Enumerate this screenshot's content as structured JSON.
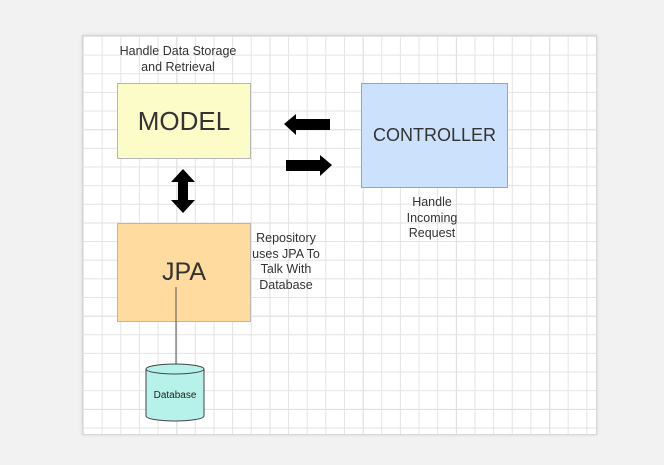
{
  "diagram": {
    "model": {
      "label": "MODEL"
    },
    "jpa": {
      "label": "JPA"
    },
    "controller": {
      "label": "CONTROLLER"
    },
    "database": {
      "label": "Database"
    },
    "notes": {
      "model": "Handle Data Storage and Retrieval",
      "jpa": "Repository uses JPA To Talk With Database",
      "controller": "Handle Incoming Request"
    },
    "colors": {
      "model_fill": "#fbfcc8",
      "jpa_fill": "#ffdba0",
      "controller_fill": "#cce1fb",
      "database_fill": "#b7f2ea",
      "arrow": "#000000"
    }
  }
}
